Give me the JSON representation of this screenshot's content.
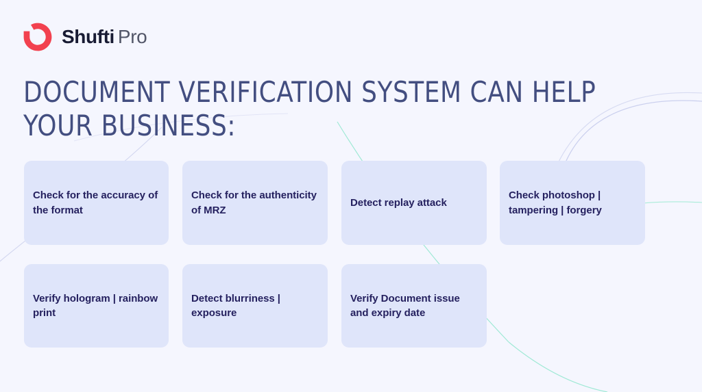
{
  "brand": {
    "logo_icon": "shufti-pro-ring-logo",
    "name_primary": "Shufti",
    "name_secondary": "Pro",
    "mark_color": "#f2414f",
    "primary_text_color": "#181b33",
    "secondary_text_color": "#525668"
  },
  "heading": {
    "line1": "DOCUMENT VERIFICATION SYSTEM CAN HELP",
    "line2": "YOUR BUSINESS:",
    "color": "#434e80"
  },
  "colors": {
    "page_background": "#f5f6fe",
    "card_background": "#dfe5fa",
    "card_text": "#25215f",
    "decor_lavender": "#cfd2ef",
    "decor_mint": "#8fe8cf"
  },
  "cards": [
    {
      "id": "accuracy-of-format",
      "label": "Check for the accuracy of the format"
    },
    {
      "id": "authenticity-of-mrz",
      "label": "Check for the authenticity of MRZ"
    },
    {
      "id": "replay-attack",
      "label": "Detect replay attack"
    },
    {
      "id": "photoshop-tampering",
      "label": "Check photoshop | tampering | forgery"
    },
    {
      "id": "hologram-rainbow-print",
      "label": "Verify hologram | rainbow print"
    },
    {
      "id": "blurriness-exposure",
      "label": "Detect blurriness | exposure"
    },
    {
      "id": "issue-expiry-date",
      "label": "Verify Document issue and expiry date"
    }
  ]
}
